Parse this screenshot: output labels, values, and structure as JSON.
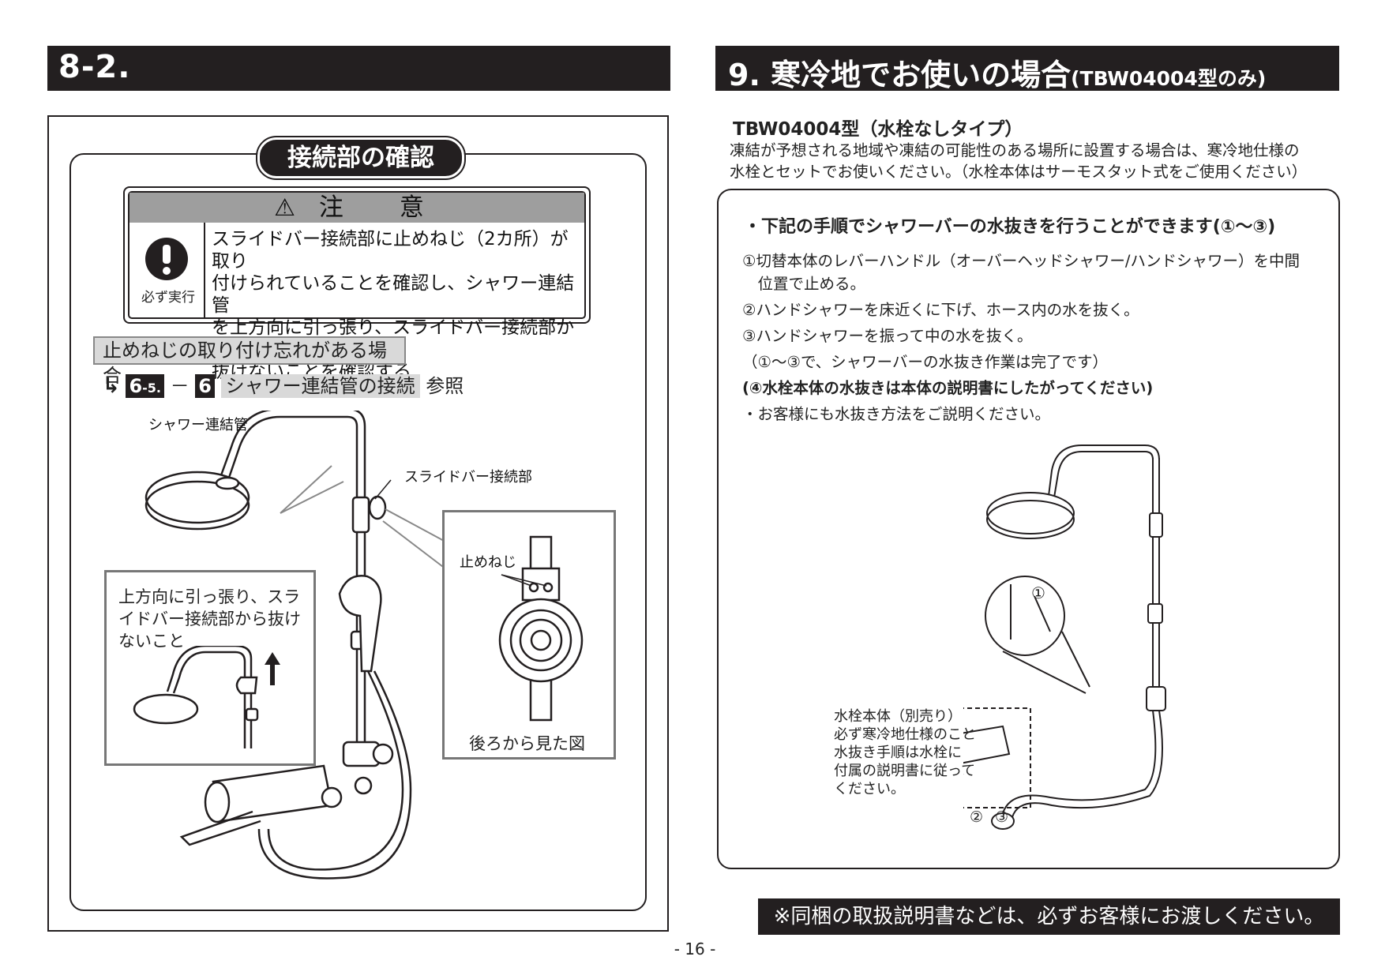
{
  "left": {
    "section_number": "8-2.",
    "pill_title": "接続部の確認",
    "caution": {
      "header": "注　意",
      "icon_label": "必ず実行",
      "lines": [
        "スライドバー接続部に止めねじ（2カ所）が取り",
        "付けられていることを確認し、シャワー連結管",
        "を上方向に引っ張り、スライドバー接続部から",
        "抜けないことを確認する"
      ]
    },
    "forget_heading": "止めねじの取り付け忘れがある場合",
    "reference": {
      "arrow": "↳",
      "section": "6",
      "subsection": "-5.",
      "dash": "－",
      "item_number": "6",
      "item_title": "シャワー連結管の接続",
      "suffix": "参照"
    },
    "labels": {
      "shower_pipe": "シャワー連結管",
      "slide_bar_joint": "スライドバー接続部",
      "set_screw": "止めねじ",
      "back_view": "後ろから見た図"
    },
    "pull_note_lines": [
      "上方向に引っ張り、スラ",
      "イドバー接続部から抜け",
      "ないこと"
    ]
  },
  "right": {
    "section_title": "9. 寒冷地でお使いの場合",
    "section_subtitle": "(TBW04004型のみ)",
    "model_heading": "TBW04004型（水栓なしタイプ）",
    "intro_lines": [
      "凍結が予想される地域や凍結の可能性のある場所に設置する場合は、寒冷地仕様の",
      "水栓とセットでお使いください。（水栓本体はサーモスタット式をご使用ください）"
    ],
    "bullet": "・下記の手順でシャワーバーの水抜きを行うことができます(①～③)",
    "steps": [
      "①切替本体のレバーハンドル（オーバーヘッドシャワー/ハンドシャワー）を中間",
      "　位置で止める。",
      "②ハンドシャワーを床近くに下げ、ホース内の水を抜く。",
      "③ハンドシャワーを振って中の水を抜く。",
      "（①～③で、シャワーバーの水抜き作業は完了です）"
    ],
    "bold_note": "(④水栓本体の水抜きは本体の説明書にしたがってください)",
    "customer_note": "・お客様にも水抜き方法をご説明ください。",
    "faucet_note_lines": [
      "水栓本体（別売り）",
      "必ず寒冷地仕様のこと",
      "水抜き手順は水栓に",
      "付属の説明書に従って",
      "ください。"
    ],
    "marker_1": "①",
    "marker_2": "②",
    "marker_3": "③",
    "footer": "※同梱の取扱説明書などは、必ずお客様にお渡しください。"
  },
  "page_number": "- 16 -"
}
